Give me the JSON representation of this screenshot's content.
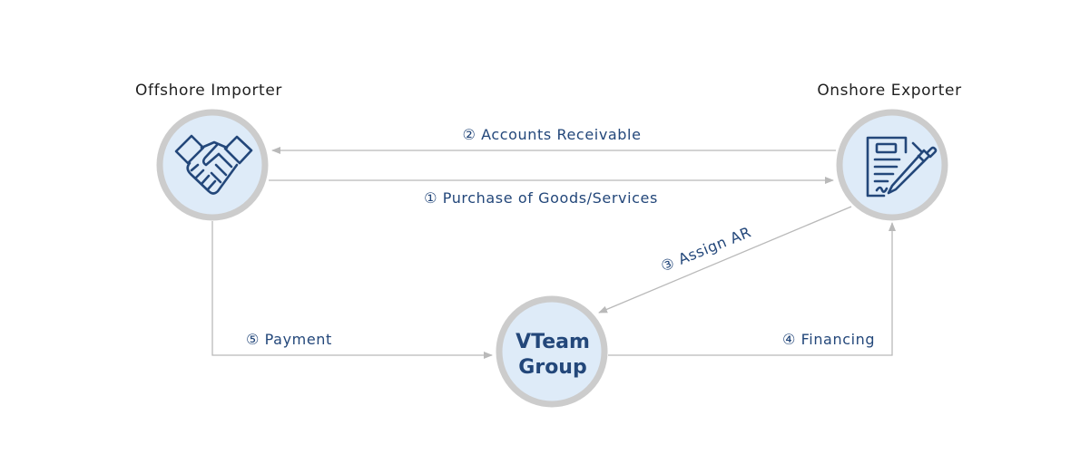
{
  "importer": {
    "label": "Offshore Importer",
    "icon": "handshake-icon"
  },
  "exporter": {
    "label": "Onshore Exporter",
    "icon": "contract-signing-icon"
  },
  "center": {
    "line1": "VTeam",
    "line2": "Group"
  },
  "flows": {
    "purchase": "① Purchase of Goods/Services",
    "receivable": "② Accounts Receivable",
    "assign": "③ Assign AR",
    "financing": "④ Financing",
    "payment": "⑤ Payment"
  },
  "colors": {
    "text": "#23477a",
    "node_fill": "#deebf8",
    "node_ring": "#cccccc",
    "connector": "#b9b9b9"
  }
}
